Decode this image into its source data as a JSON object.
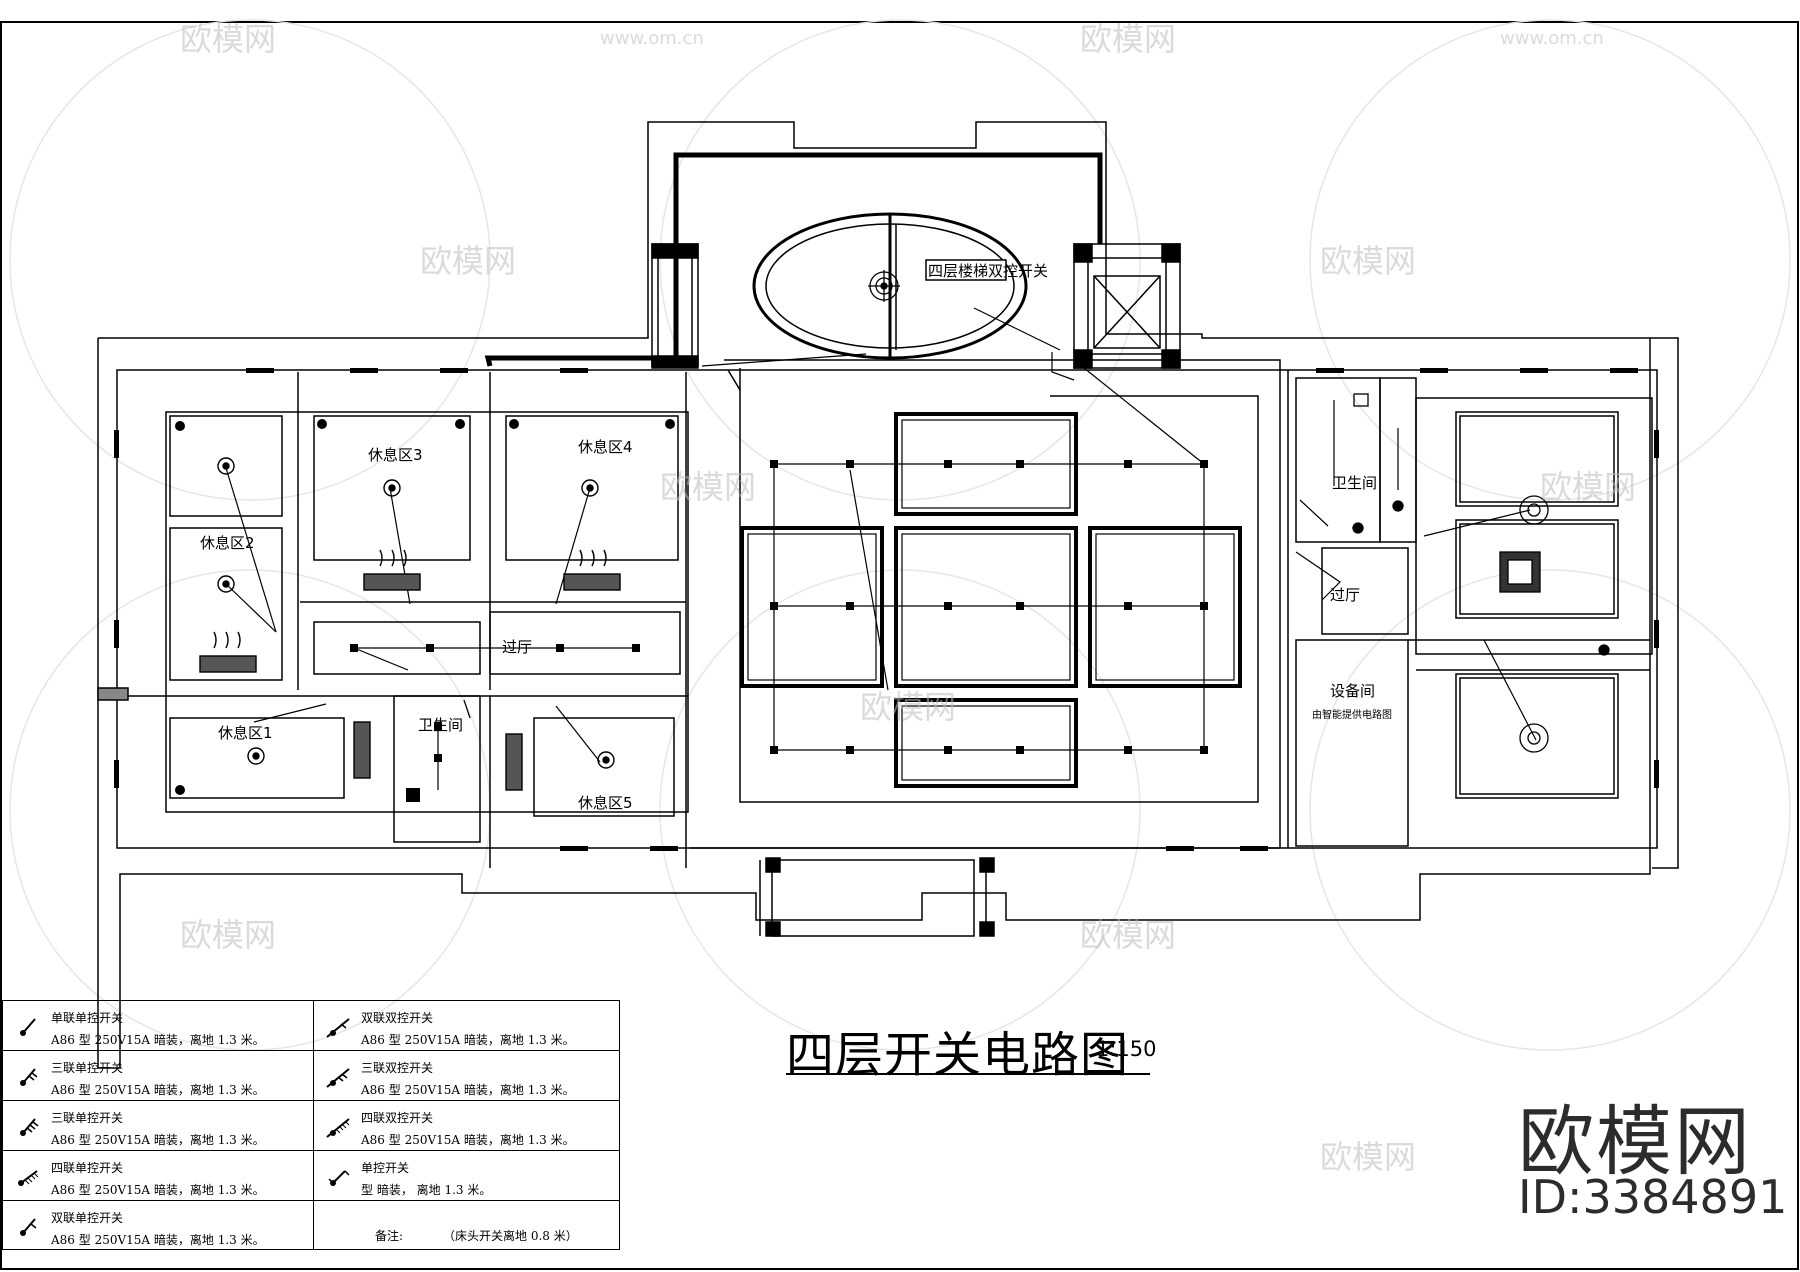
{
  "drawing": {
    "title": "四层开关电路图",
    "scale": "1:150"
  },
  "rooms": {
    "rest_1": "休息区1",
    "rest_2": "休息区2",
    "rest_3": "休息区3",
    "rest_4": "休息区4",
    "rest_5": "休息区5",
    "corridor_left": "过厅",
    "corridor_right": "过厅",
    "bathroom_left": "卫生间",
    "bathroom_right": "卫生间",
    "equipment_room": "设备间",
    "equipment_note": "由智能提供电路图",
    "stair_label": "四层楼梯双控开关"
  },
  "legend": {
    "items": [
      {
        "name": "单联单控开关",
        "spec": "A86 型 250V15A 暗装，离地 1.3 米。",
        "icon": "single-gang-switch-icon"
      },
      {
        "name": "三联单控开关",
        "spec": "A86 型 250V15A 暗装，离地 1.3 米。",
        "icon": "triple-gang-switch-icon"
      },
      {
        "name": "三联单控开关",
        "spec": "A86 型 250V15A 暗装，离地 1.3 米。",
        "icon": "triple-gang-switch-icon"
      },
      {
        "name": "四联单控开关",
        "spec": "A86 型 250V15A 暗装，离地 1.3 米。",
        "icon": "quad-gang-switch-icon"
      },
      {
        "name": "双联单控开关",
        "spec": "A86 型 250V15A 暗装，离地 1.3 米。",
        "icon": "double-gang-switch-icon"
      },
      {
        "name": "双联双控开关",
        "spec": "A86 型 250V15A 暗装，离地 1.3 米。",
        "icon": "double-gang-two-way-switch-icon"
      },
      {
        "name": "三联双控开关",
        "spec": "A86 型 250V15A 暗装，离地 1.3 米。",
        "icon": "triple-gang-two-way-switch-icon"
      },
      {
        "name": "四联双控开关",
        "spec": "A86 型 250V15A 暗装，离地 1.3 米。",
        "icon": "quad-gang-two-way-switch-icon"
      },
      {
        "name": "单控开关",
        "spec": "型 暗装， 离地 1.3 米。",
        "icon": "two-way-switch-icon"
      }
    ],
    "note_label": "备注:",
    "note_text": "（床头开关离地 0.8 米）"
  },
  "brand": {
    "name": "欧模网",
    "id": "ID:3384891",
    "watermark": "欧模网",
    "watermark_url": "www.om.cn"
  }
}
